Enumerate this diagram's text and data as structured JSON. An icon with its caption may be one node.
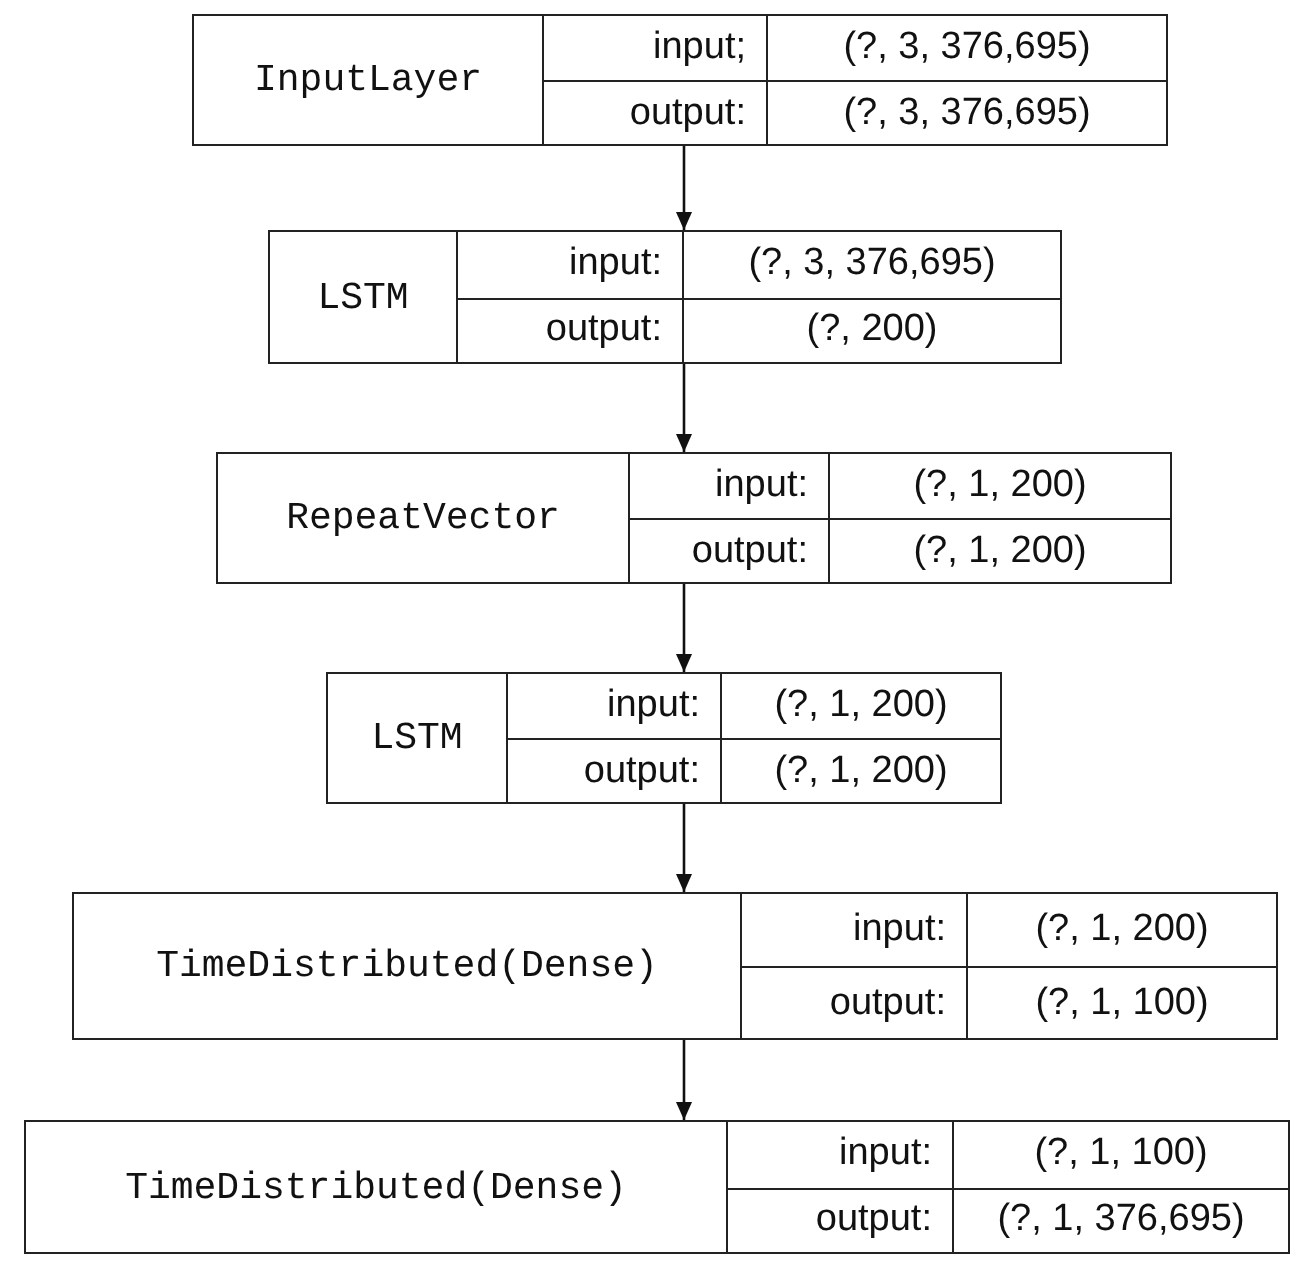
{
  "diagram": {
    "nodes": [
      {
        "text": [
          "InputLayer",
          "input;",
          "(?, 3, 376,695)",
          "output:",
          "(?, 3, 376,695)"
        ]
      },
      {
        "text": [
          "LSTM",
          "input:",
          "(?, 3, 376,695)",
          "output:",
          "(?, 200)"
        ]
      },
      {
        "text": [
          "RepeatVector",
          "input:",
          "(?, 1, 200)",
          "output:",
          "(?, 1, 200)"
        ]
      },
      {
        "text": [
          "LSTM",
          "input:",
          "(?, 1, 200)",
          "output:",
          "(?, 1, 200)"
        ]
      },
      {
        "text": [
          "TimeDistributed(Dense)",
          "input:",
          "(?, 1, 200)",
          "output:",
          "(?, 1, 100)"
        ]
      },
      {
        "text": [
          "TimeDistributed(Dense)",
          "input:",
          "(?, 1, 100)",
          "output:",
          "(?, 1, 376,695)"
        ]
      }
    ],
    "edges": [
      {
        "from": 0,
        "to": 1,
        "arrow": "to"
      },
      {
        "from": 1,
        "to": 2,
        "arrow": "to"
      },
      {
        "from": 2,
        "to": 3,
        "arrow": "to"
      },
      {
        "from": 3,
        "to": 4,
        "arrow": "to"
      },
      {
        "from": 4,
        "to": 5,
        "arrow": "to"
      }
    ]
  }
}
